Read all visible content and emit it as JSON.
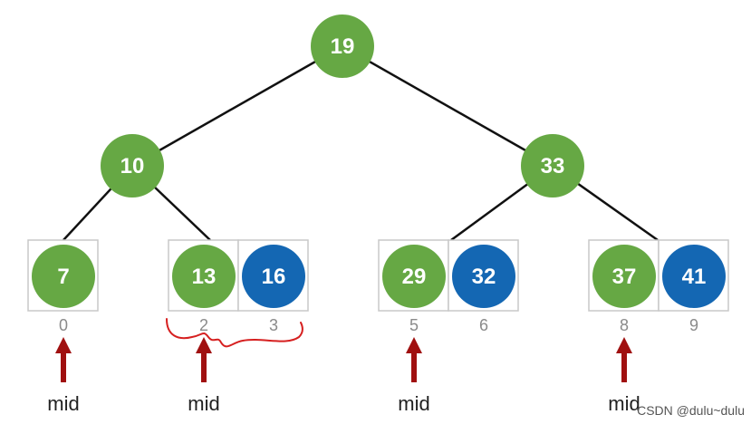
{
  "colors": {
    "green": "#66a844",
    "blue": "#1467b3",
    "edge": "#111111",
    "cell_border": "#c8c8c8",
    "arrow": "#a01010",
    "brace": "#d62020"
  },
  "tree": {
    "root": {
      "value": "19"
    },
    "level1": [
      {
        "value": "10"
      },
      {
        "value": "33"
      }
    ],
    "leaves": [
      {
        "value": "7",
        "color": "green",
        "index": "0"
      },
      {
        "value": "13",
        "color": "green",
        "index": "2"
      },
      {
        "value": "16",
        "color": "blue",
        "index": "3"
      },
      {
        "value": "29",
        "color": "green",
        "index": "5"
      },
      {
        "value": "32",
        "color": "blue",
        "index": "6"
      },
      {
        "value": "37",
        "color": "green",
        "index": "8"
      },
      {
        "value": "41",
        "color": "blue",
        "index": "9"
      }
    ]
  },
  "mid_markers": [
    {
      "label": "mid"
    },
    {
      "label": "mid"
    },
    {
      "label": "mid"
    },
    {
      "label": "mid"
    }
  ],
  "watermark": "CSDN @dulu~dulu"
}
